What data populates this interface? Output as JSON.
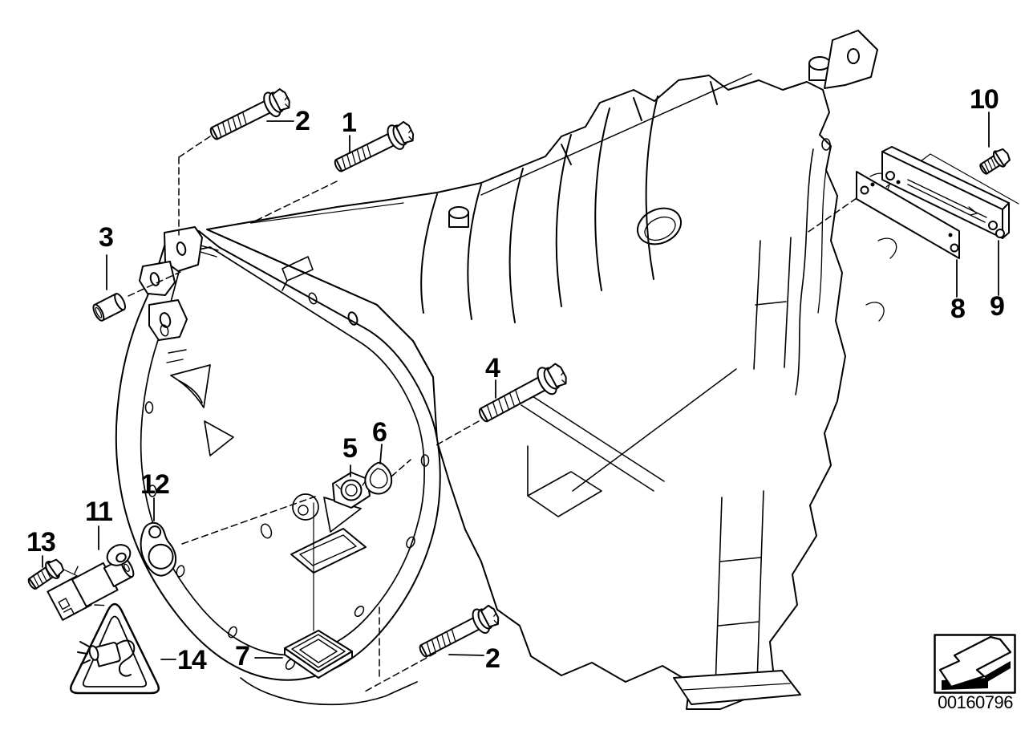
{
  "diagram": {
    "kind": "exploded-parts-diagram",
    "image_number": "00160796",
    "callouts": [
      {
        "id": "c2-top",
        "label": "2",
        "part_icon": "torx-bolt-icon"
      },
      {
        "id": "c1",
        "label": "1",
        "part_icon": "torx-bolt-icon"
      },
      {
        "id": "c3",
        "label": "3",
        "part_icon": "dowel-sleeve-icon"
      },
      {
        "id": "c4",
        "label": "4",
        "part_icon": "torx-bolt-icon"
      },
      {
        "id": "c5",
        "label": "5",
        "part_icon": "hex-nut-icon"
      },
      {
        "id": "c6",
        "label": "6",
        "part_icon": "lock-washer-icon"
      },
      {
        "id": "c7",
        "label": "7",
        "part_icon": "cover-seal-icon"
      },
      {
        "id": "c8",
        "label": "8",
        "part_icon": "plate-icon"
      },
      {
        "id": "c9",
        "label": "9",
        "part_icon": "rail-icon"
      },
      {
        "id": "c10",
        "label": "10",
        "part_icon": "screw-icon"
      },
      {
        "id": "c11",
        "label": "11",
        "part_icon": "pulse-sensor-icon"
      },
      {
        "id": "c12",
        "label": "12",
        "part_icon": "gasket-icon"
      },
      {
        "id": "c13",
        "label": "13",
        "part_icon": "screw-icon"
      },
      {
        "id": "c14",
        "label": "14",
        "part_icon": "warning-triangle-plug-icon"
      },
      {
        "id": "c2-bottom",
        "label": "2",
        "part_icon": "torx-bolt-icon"
      }
    ],
    "colors": {
      "line": "#000000",
      "background": "#ffffff"
    }
  }
}
